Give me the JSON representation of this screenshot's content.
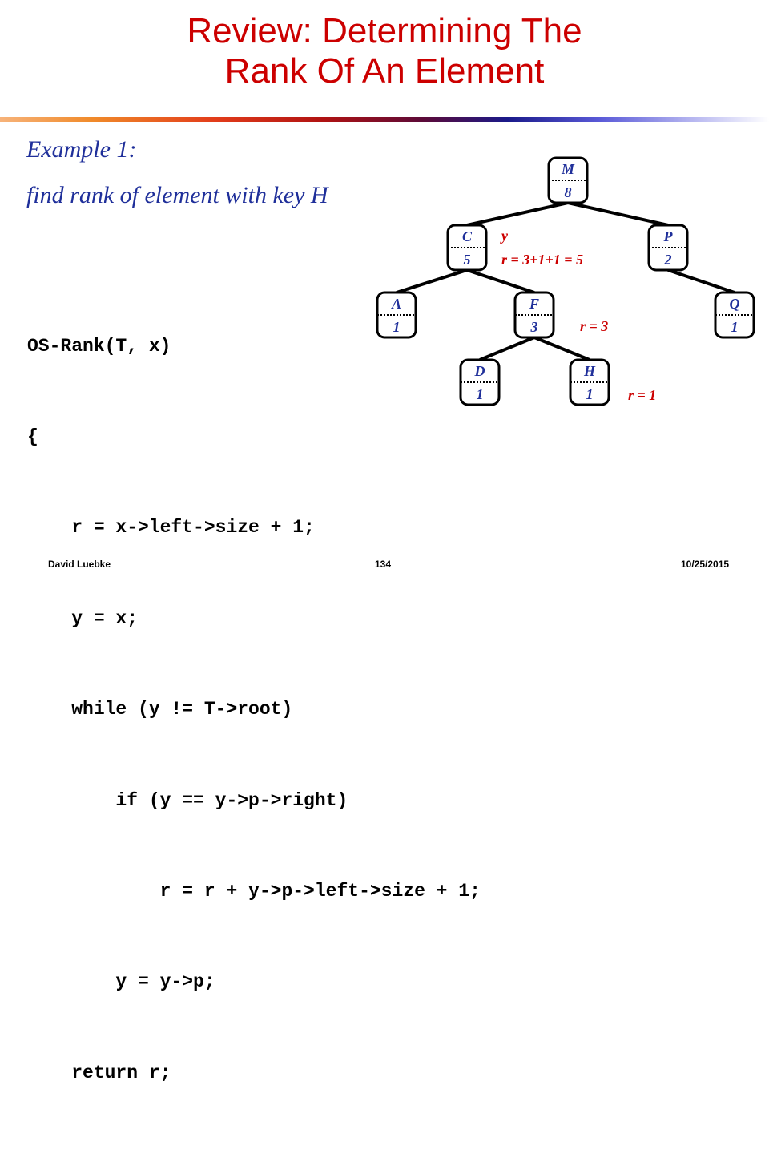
{
  "title": {
    "line1": "Review: Determining The",
    "line2": "Rank Of An Element"
  },
  "example": {
    "heading": "Example 1:",
    "task": "find rank of element with key H"
  },
  "code": [
    "OS-Rank(T, x)",
    "{",
    "    r = x->left->size + 1;",
    "    y = x;",
    "    while (y != T->root)",
    "        if (y == y->p->right)",
    "            r = r + y->p->left->size + 1;",
    "        y = y->p;",
    "    return r;",
    "}"
  ],
  "tree": {
    "nodes": [
      {
        "id": "M",
        "key": "M",
        "size": "8"
      },
      {
        "id": "C",
        "key": "C",
        "size": "5"
      },
      {
        "id": "P",
        "key": "P",
        "size": "2"
      },
      {
        "id": "A",
        "key": "A",
        "size": "1"
      },
      {
        "id": "F",
        "key": "F",
        "size": "3"
      },
      {
        "id": "Q",
        "key": "Q",
        "size": "1"
      },
      {
        "id": "D",
        "key": "D",
        "size": "1"
      },
      {
        "id": "H",
        "key": "H",
        "size": "1"
      }
    ],
    "edges": [
      [
        "M",
        "C"
      ],
      [
        "M",
        "P"
      ],
      [
        "C",
        "A"
      ],
      [
        "C",
        "F"
      ],
      [
        "P",
        "Q"
      ],
      [
        "F",
        "D"
      ],
      [
        "F",
        "H"
      ]
    ],
    "annotations": {
      "y_label": "y",
      "r_c": "r = 3+1+1 = 5",
      "r_f": "r = 3",
      "r_h": "r = 1"
    }
  },
  "footer": {
    "author": "David Luebke",
    "page": "134",
    "date": "10/25/2015"
  },
  "colors": {
    "title": "#cc0000",
    "text_blue": "#1f2f9a",
    "annotation": "#cc0000"
  }
}
